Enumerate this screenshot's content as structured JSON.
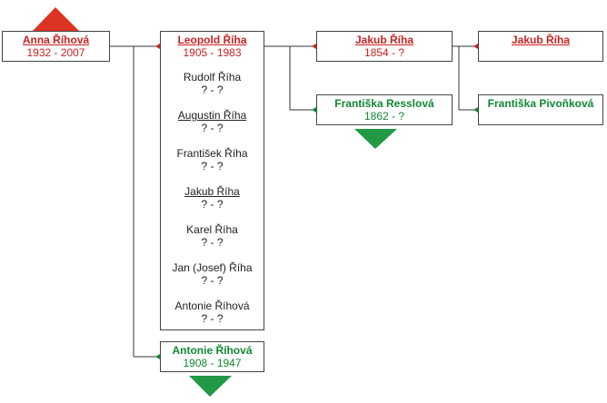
{
  "root": {
    "name": "Anna Říhová",
    "dates": "1932 - 2007"
  },
  "father": {
    "name": "Leopold Říha",
    "dates": "1905 - 1983"
  },
  "siblings": [
    {
      "name": "Rudolf Říha",
      "dates": "? - ?"
    },
    {
      "name": "Augustin Říha",
      "dates": "? - ?"
    },
    {
      "name": "František Říha",
      "dates": "? - ?"
    },
    {
      "name": "Jakub Říha",
      "dates": "? - ?"
    },
    {
      "name": "Karel Říha",
      "dates": "? - ?"
    },
    {
      "name": "Jan (Josef) Říha",
      "dates": "? - ?"
    },
    {
      "name": "Antonie Říhová",
      "dates": "? - ?"
    }
  ],
  "mother": {
    "name": "Antonie Říhová",
    "dates": "1908 - 1947"
  },
  "paternal_grandfather": {
    "name": "Jakub Říha",
    "dates": "1854 - ?"
  },
  "paternal_grandmother": {
    "name": "Františka Resslová",
    "dates": "1862 - ?"
  },
  "great_grandfather": {
    "name": "Jakub Říha"
  },
  "great_grandmother": {
    "name": "Františka Pivoňková"
  },
  "colors": {
    "male": "#cc2222",
    "female": "#118833",
    "border": "#444444"
  }
}
